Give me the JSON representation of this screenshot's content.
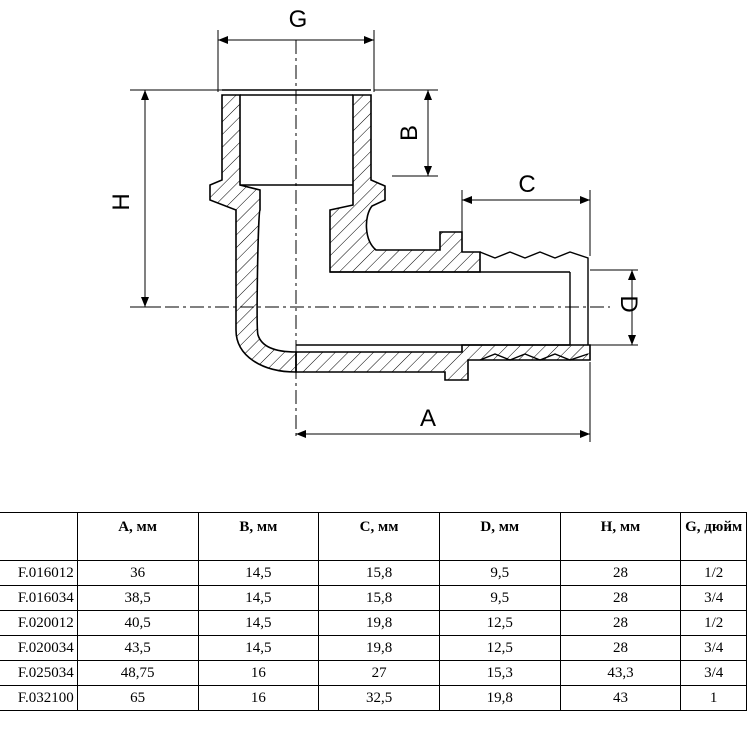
{
  "drawing": {
    "labels": {
      "g": "G",
      "b": "B",
      "c": "C",
      "h": "H",
      "d": "D",
      "a": "A"
    }
  },
  "table": {
    "headers": [
      "",
      "A, мм",
      "B, мм",
      "C, мм",
      "D, мм",
      "H, мм",
      "G, дюйм"
    ],
    "rows": [
      [
        "F.016012",
        "36",
        "14,5",
        "15,8",
        "9,5",
        "28",
        "1/2"
      ],
      [
        "F.016034",
        "38,5",
        "14,5",
        "15,8",
        "9,5",
        "28",
        "3/4"
      ],
      [
        "F.020012",
        "40,5",
        "14,5",
        "19,8",
        "12,5",
        "28",
        "1/2"
      ],
      [
        "F.020034",
        "43,5",
        "14,5",
        "19,8",
        "12,5",
        "28",
        "3/4"
      ],
      [
        "F.025034",
        "48,75",
        "16",
        "27",
        "15,3",
        "43,3",
        "3/4"
      ],
      [
        "F.032100",
        "65",
        "16",
        "32,5",
        "19,8",
        "43",
        "1"
      ]
    ]
  }
}
